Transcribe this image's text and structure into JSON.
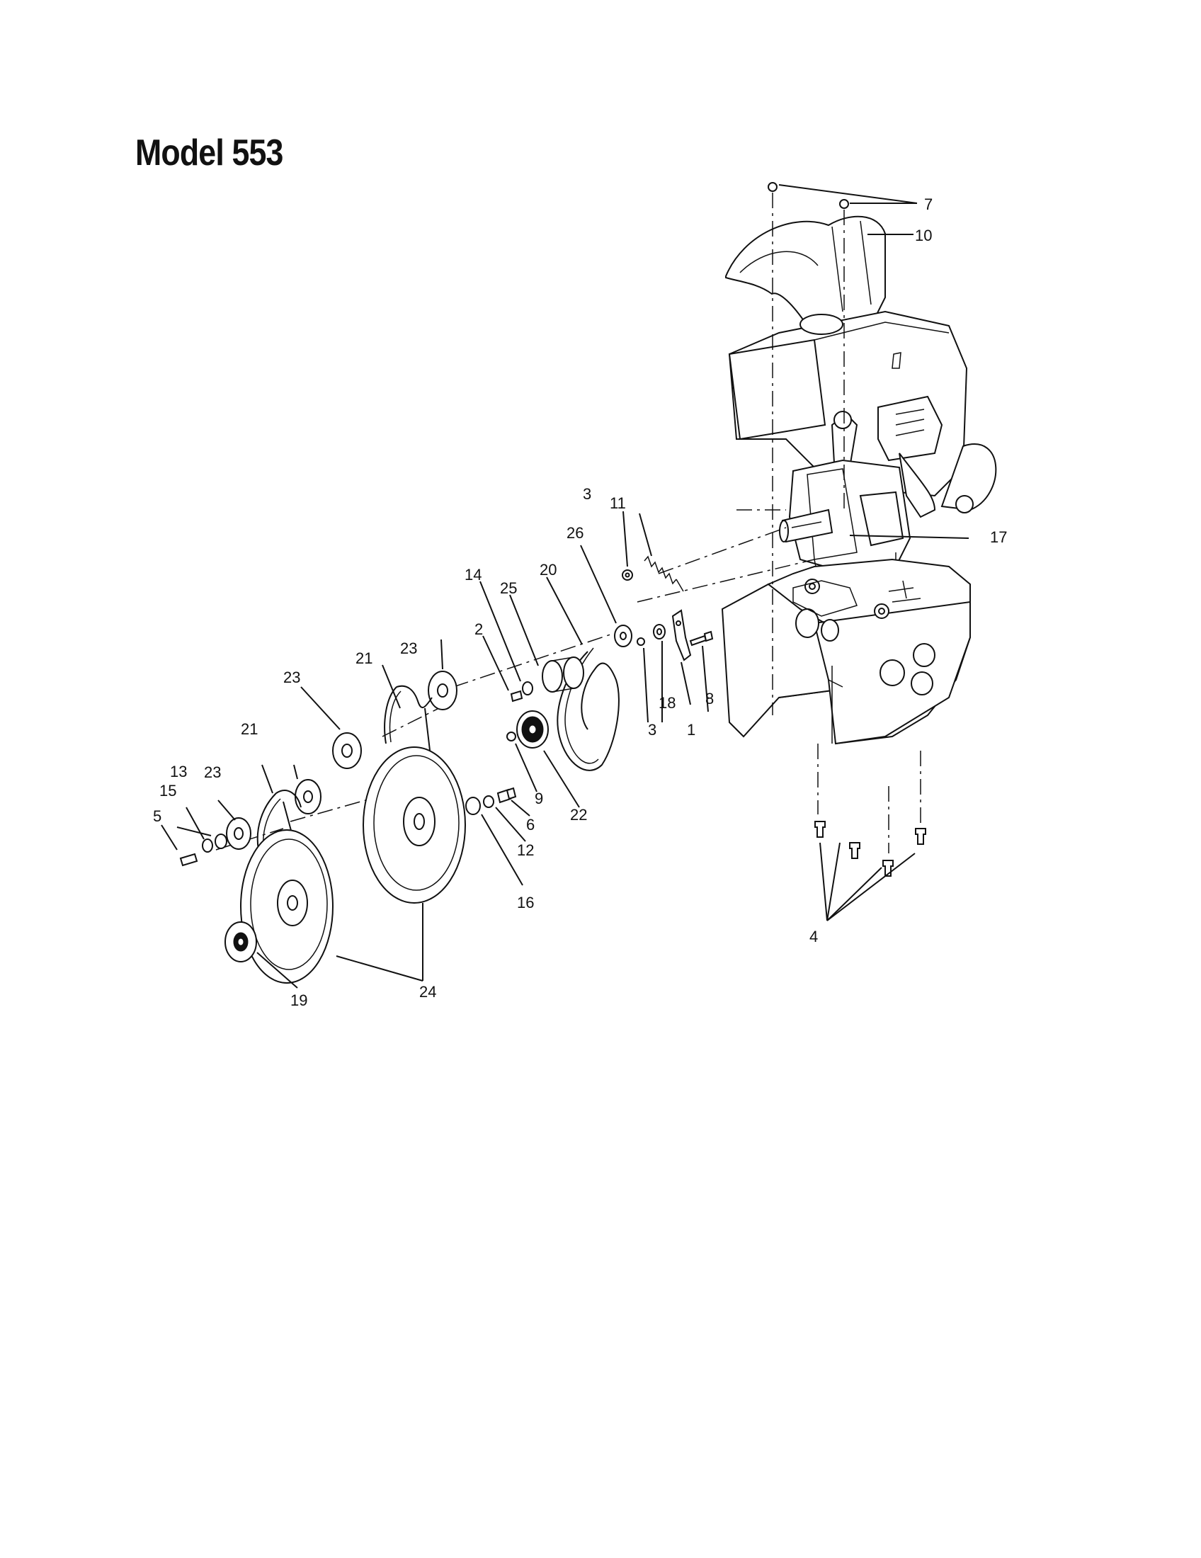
{
  "title": "Model 553",
  "colors": {
    "ink": "#111111",
    "background": "#ffffff"
  },
  "callouts": {
    "c7": "7",
    "c10": "10",
    "c17": "17",
    "c3a": "3",
    "c11": "11",
    "c26": "26",
    "c20": "20",
    "c14": "14",
    "c25": "25",
    "c2": "2",
    "c23a": "23",
    "c21a": "21",
    "c23b": "23",
    "c18": "18",
    "c8": "8",
    "c3b": "3",
    "c1": "1",
    "c21b": "21",
    "c9": "9",
    "c22": "22",
    "c13": "13",
    "c23c": "23",
    "c15": "15",
    "c5": "5",
    "c6": "6",
    "c12": "12",
    "c16": "16",
    "c4": "4",
    "c24": "24",
    "c19": "19"
  }
}
